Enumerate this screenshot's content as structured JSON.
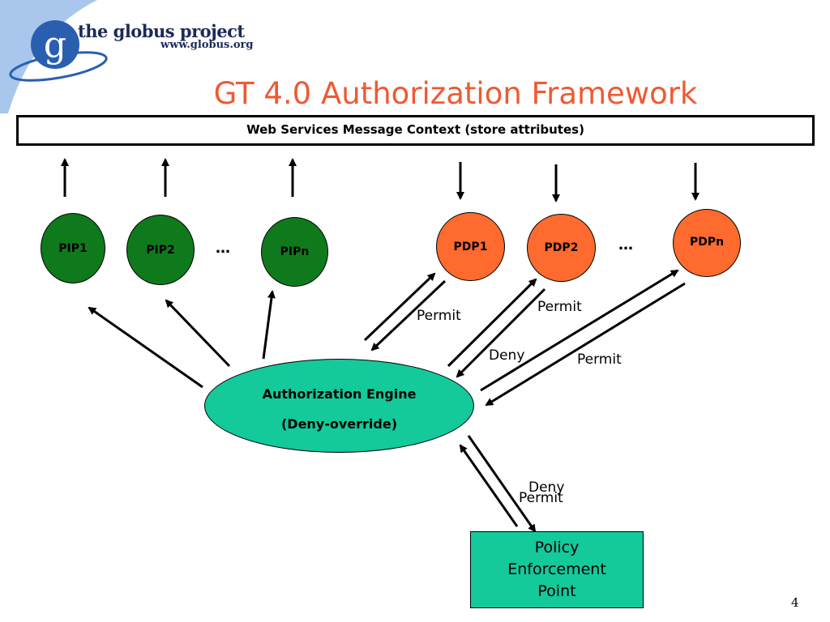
{
  "header": {
    "logo_letter": "g",
    "logo_name": "the globus project",
    "logo_url": "www.globus.org",
    "title": "GT 4.0 Authorization Framework"
  },
  "context_bar": {
    "label": "Web Services Message Context (store attributes)"
  },
  "pips": [
    "PIP1",
    "PIP2",
    "PIPn"
  ],
  "pdps": [
    "PDP1",
    "PDP2",
    "PDPn"
  ],
  "ellipsis": "…",
  "engine": {
    "line1": "Authorization Engine",
    "line2": "(Deny-override)"
  },
  "pep": {
    "line1": "Policy",
    "line2": "Enforcement",
    "line3": "Point"
  },
  "decisions": {
    "pdp1_permit": "Permit",
    "pdp2_permit": "Permit",
    "pdp2_deny": "Deny",
    "pdpn_permit": "Permit",
    "pep_deny": "Deny",
    "pep_permit": "Permit"
  },
  "colors": {
    "title": "#ef5a33",
    "pip_fill": "#0f7a1c",
    "pdp_fill": "#ff6a2e",
    "engine_fill": "#14c99a",
    "logo_blue": "#2a5fb0",
    "swoosh": "#9fbfe8"
  },
  "page_number": "4"
}
